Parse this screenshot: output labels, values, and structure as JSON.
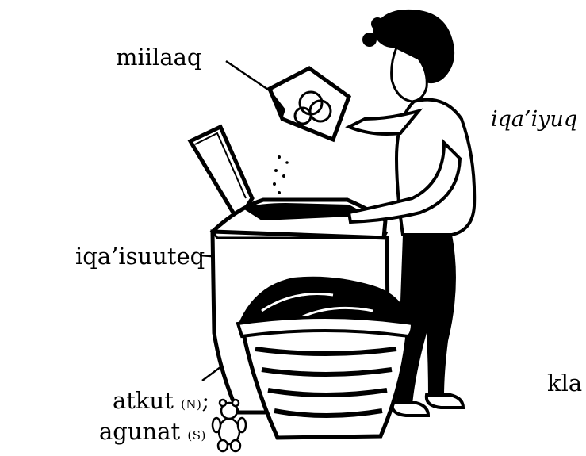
{
  "labels": {
    "soap": "miilaaq",
    "washing_verb": "iqa’iyuq",
    "washing_machine": "iqa’isuuteq",
    "clothes_north": "atkut",
    "clothes_north_tag": "(N)",
    "clothes_north_sep": ";",
    "clothes_south": "agunat",
    "clothes_south_tag": "(S)",
    "cut_off_label": "kla"
  },
  "colors": {
    "ink": "#000000",
    "paper": "#ffffff"
  },
  "icons": [
    "soap-box-icon",
    "washing-machine-icon",
    "laundry-basket-icon",
    "woman-figure-icon",
    "teddy-bear-icon"
  ]
}
